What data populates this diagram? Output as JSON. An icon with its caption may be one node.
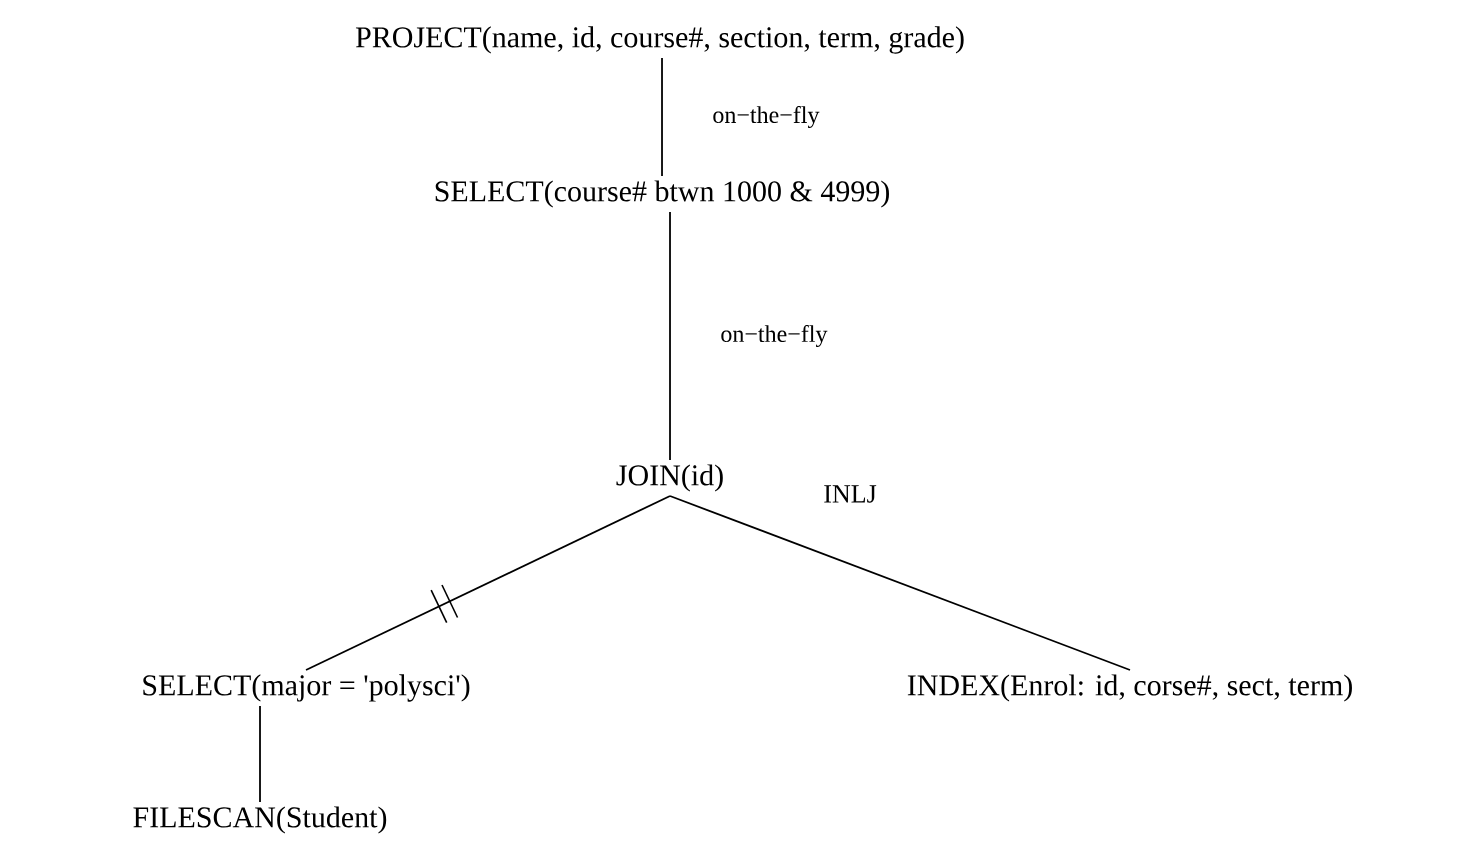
{
  "diagram": {
    "nodes": [
      {
        "text": [
          "PROJECT(name, id, course#, section, term, grade)"
        ]
      },
      {
        "text": [
          "SELECT(course# btwn 1000 & 4999)"
        ]
      },
      {
        "text": [
          "JOIN(id)"
        ],
        "beside": [
          "INLJ"
        ]
      },
      {
        "text": [
          "SELECT(major = 'polysci')"
        ]
      },
      {
        "text": [
          "INDEX(Enrol: id, corse#, sect, term)"
        ]
      },
      {
        "text": [
          "FILESCAN(Student)"
        ]
      }
    ],
    "edges": [
      {
        "from": 0,
        "to": 1,
        "arrow": "none",
        "label": "on−the−fly"
      },
      {
        "from": 1,
        "to": 2,
        "arrow": "none",
        "label": "on−the−fly"
      },
      {
        "from": 2,
        "to": 3,
        "arrow": "none"
      },
      {
        "from": 2,
        "to": 4,
        "arrow": "none"
      },
      {
        "from": 3,
        "to": 5,
        "arrow": "none"
      }
    ]
  }
}
